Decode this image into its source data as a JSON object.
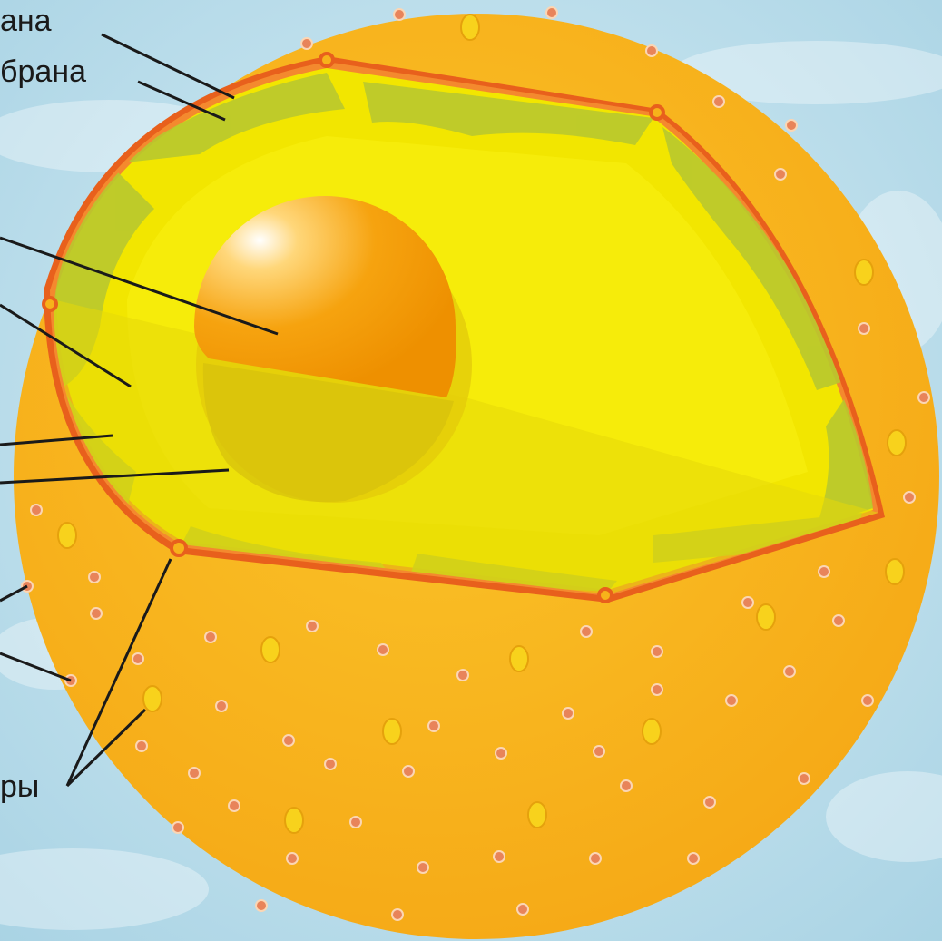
{
  "labels": {
    "outer_membrane": "ана",
    "inner_membrane": "брана",
    "pores": "ры"
  },
  "colors": {
    "background": "#bfe0ec",
    "cytoplasm": "#f7b21a",
    "nucleoplasm": "#f2e600",
    "chromatin": "#b9c82e",
    "envelope": "#e8601c",
    "nucleolus": "#f5a411",
    "ribosome": "#e8845a",
    "leader_line": "#1a1a1a"
  }
}
